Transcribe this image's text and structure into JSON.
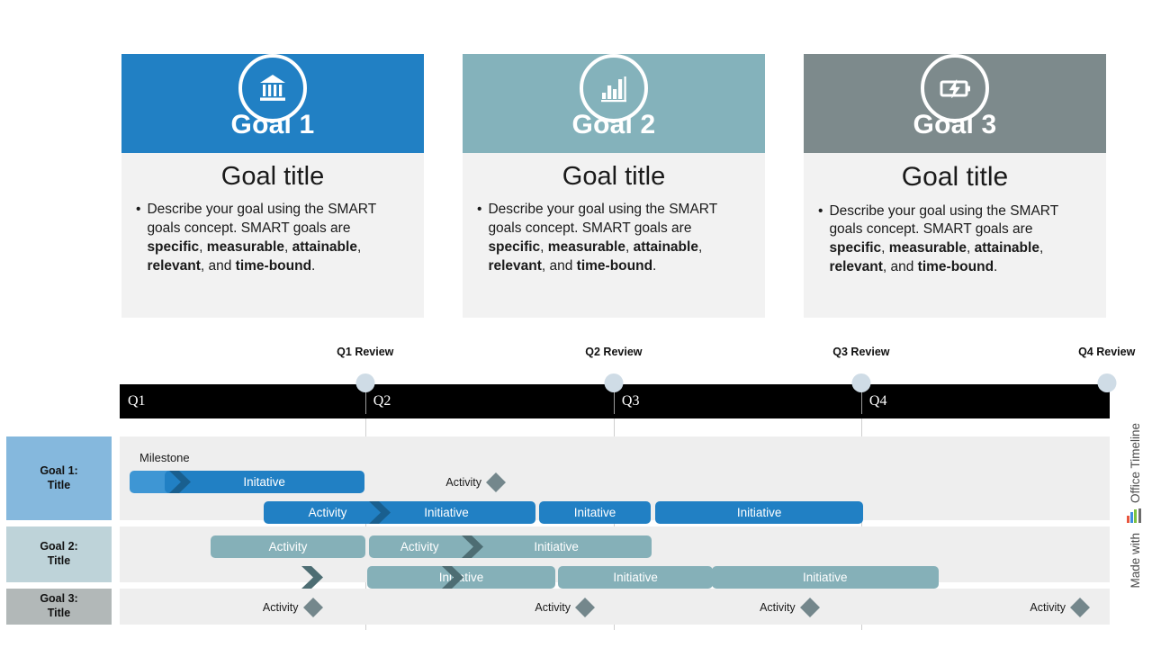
{
  "cards": [
    {
      "badge_label": "Goal 1",
      "icon": "bank-columns-icon",
      "color": "#2180c4",
      "title": "Goal title",
      "bullet_bullet": "•",
      "bullet_parts": [
        {
          "text": "Describe your goal using the SMART goals concept. SMART goals are ",
          "bold": false
        },
        {
          "text": "specific",
          "bold": true
        },
        {
          "text": ", ",
          "bold": false
        },
        {
          "text": "measurable",
          "bold": true
        },
        {
          "text": ", ",
          "bold": false
        },
        {
          "text": "attainable",
          "bold": true
        },
        {
          "text": ", ",
          "bold": false
        },
        {
          "text": "relevant",
          "bold": true
        },
        {
          "text": ", and ",
          "bold": false
        },
        {
          "text": "time-bound",
          "bold": true
        },
        {
          "text": ".",
          "bold": false
        }
      ]
    },
    {
      "badge_label": "Goal 2",
      "icon": "bar-chart-icon",
      "color": "#84b2bb",
      "title": "Goal title",
      "bullet_bullet": "•",
      "bullet_parts": [
        {
          "text": "Describe your goal using the SMART goals concept. SMART goals are ",
          "bold": false
        },
        {
          "text": "specific",
          "bold": true
        },
        {
          "text": ", ",
          "bold": false
        },
        {
          "text": "measurable",
          "bold": true
        },
        {
          "text": ", ",
          "bold": false
        },
        {
          "text": "attainable",
          "bold": true
        },
        {
          "text": ", ",
          "bold": false
        },
        {
          "text": "relevant",
          "bold": true
        },
        {
          "text": ", and ",
          "bold": false
        },
        {
          "text": "time-bound",
          "bold": true
        },
        {
          "text": ".",
          "bold": false
        }
      ]
    },
    {
      "badge_label": "Goal 3",
      "icon": "battery-charging-icon",
      "color": "#7d8a8c",
      "title": "Goal title",
      "bullet_bullet": "•",
      "bullet_parts": [
        {
          "text": "Describe your goal using the SMART goals concept. SMART goals are ",
          "bold": false
        },
        {
          "text": "specific",
          "bold": true
        },
        {
          "text": ", ",
          "bold": false
        },
        {
          "text": "measurable",
          "bold": true
        },
        {
          "text": ", ",
          "bold": false
        },
        {
          "text": "attainable",
          "bold": true
        },
        {
          "text": ", ",
          "bold": false
        },
        {
          "text": "relevant",
          "bold": true
        },
        {
          "text": ", and ",
          "bold": false
        },
        {
          "text": "time-bound",
          "bold": true
        },
        {
          "text": ".",
          "bold": false
        }
      ]
    }
  ],
  "timeline": {
    "header_bg": "#000000",
    "quarters": [
      {
        "label": "Q1",
        "x_pct": 0
      },
      {
        "label": "Q2",
        "x_pct": 24.8
      },
      {
        "label": "Q3",
        "x_pct": 49.9
      },
      {
        "label": "Q4",
        "x_pct": 74.9
      }
    ],
    "reviews": [
      {
        "label": "Q1 Review",
        "x_pct": 24.8
      },
      {
        "label": "Q2 Review",
        "x_pct": 49.9
      },
      {
        "label": "Q3 Review",
        "x_pct": 74.9
      },
      {
        "label": "Q4 Review",
        "x_pct": 99.7
      }
    ],
    "milestone_label": "Milestone",
    "rows": [
      {
        "label_line1": "Goal 1:",
        "label_line2": "Title",
        "label_bg": "#85b8dd",
        "bar_color": "#2180c4",
        "bar_color_light": "#3e96d4",
        "chevron_color": "#195f8f",
        "diamond_color": "#74878c",
        "bars": [
          {
            "text": "",
            "left_pct": 1.0,
            "width_pct": 5.5,
            "lane": 0,
            "shade": "light"
          },
          {
            "text": "Initative",
            "left_pct": 4.5,
            "width_pct": 20.2,
            "lane": 0,
            "shade": "normal"
          },
          {
            "text": "Activity",
            "left_pct": 14.5,
            "width_pct": 13.0,
            "lane": 1,
            "shade": "normal"
          },
          {
            "text": "Initiative",
            "left_pct": 24.0,
            "width_pct": 18.0,
            "lane": 1,
            "shade": "normal"
          },
          {
            "text": "Initative",
            "left_pct": 42.4,
            "width_pct": 11.2,
            "lane": 1,
            "shade": "normal"
          },
          {
            "text": "Initiative",
            "left_pct": 54.1,
            "width_pct": 21.0,
            "lane": 1,
            "shade": "normal"
          }
        ],
        "chevrons": [
          {
            "left_pct": 5.0,
            "lane": 0
          },
          {
            "left_pct": 25.2,
            "lane": 1
          }
        ],
        "diamonds": [
          {
            "label": "Activity",
            "x_pct": 38.0,
            "lane": 0
          }
        ],
        "milestone": {
          "x_pct": 2.0
        }
      },
      {
        "label_line1": "Goal 2:",
        "label_line2": "Title",
        "label_bg": "#bed3d9",
        "bar_color": "#85b0b8",
        "bar_color_light": "#9cc0c6",
        "chevron_color": "#4d6d73",
        "diamond_color": "#74878c",
        "bars": [
          {
            "text": "Activity",
            "left_pct": 9.2,
            "width_pct": 15.6,
            "lane": 0,
            "shade": "normal"
          },
          {
            "text": "Activity",
            "left_pct": 25.2,
            "width_pct": 10.2,
            "lane": 0,
            "shade": "normal"
          },
          {
            "text": "Initiative",
            "left_pct": 34.5,
            "width_pct": 19.2,
            "lane": 0,
            "shade": "normal"
          },
          {
            "text": "Initiative",
            "left_pct": 25.0,
            "width_pct": 19.0,
            "lane": 1,
            "shade": "normal"
          },
          {
            "text": "Initiative",
            "left_pct": 44.3,
            "width_pct": 15.6,
            "lane": 1,
            "shade": "normal"
          },
          {
            "text": "Initiative",
            "left_pct": 59.8,
            "width_pct": 22.9,
            "lane": 1,
            "shade": "normal"
          }
        ],
        "chevrons": [
          {
            "left_pct": 34.5,
            "lane": 0
          },
          {
            "left_pct": 18.4,
            "lane": 1
          },
          {
            "left_pct": 32.5,
            "lane": 1
          }
        ],
        "diamonds": [],
        "milestone": null
      },
      {
        "label_line1": "Goal 3:",
        "label_line2": "Title",
        "label_bg": "#b2b8b8",
        "bar_color": "#85b0b8",
        "bar_color_light": "#9cc0c6",
        "chevron_color": "#4d6d73",
        "diamond_color": "#74878c",
        "bars": [],
        "chevrons": [],
        "diamonds": [
          {
            "label": "Activity",
            "x_pct": 19.5,
            "lane": 0
          },
          {
            "label": "Activity",
            "x_pct": 47.0,
            "lane": 0
          },
          {
            "label": "Activity",
            "x_pct": 69.7,
            "lane": 0
          },
          {
            "label": "Activity",
            "x_pct": 97.0,
            "lane": 0
          }
        ],
        "milestone": null
      }
    ]
  },
  "watermark": {
    "made_with": "Made with",
    "product": "Office Timeline",
    "logo": "office-timeline-logo-icon"
  }
}
